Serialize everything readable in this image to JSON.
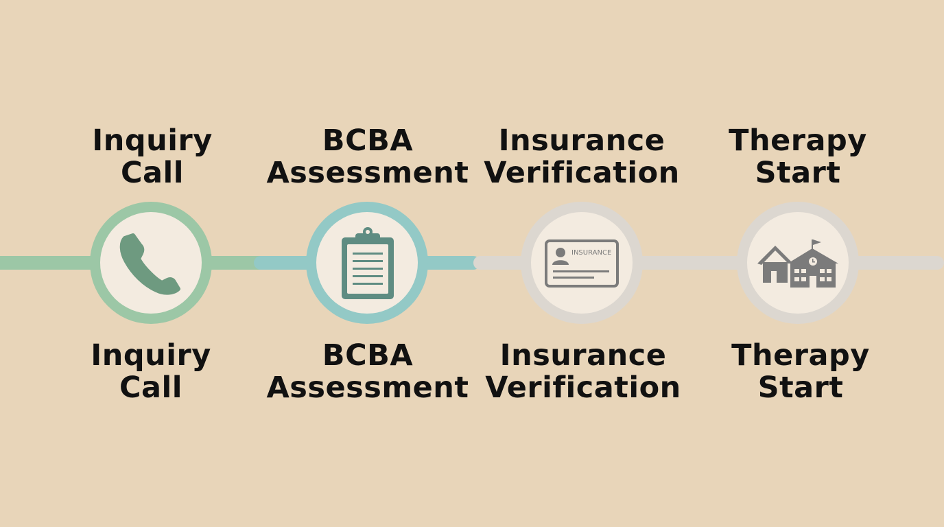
{
  "colors": {
    "background": "#e8d5b9",
    "green": "#9cc7a6",
    "teal": "#93c9c6",
    "gray": "#dcd7d0",
    "disc": "#f3ebe0",
    "icon_green": "#6e9a80",
    "icon_teal": "#5e8c82",
    "icon_gray": "#7b7b7b"
  },
  "steps": [
    {
      "title_line1": "Inquiry",
      "title_line2": "Call",
      "icon": "phone-icon",
      "state": "completed"
    },
    {
      "title_line1": "BCBA",
      "title_line2": "Assessment",
      "icon": "clipboard-icon",
      "state": "completed"
    },
    {
      "title_line1": "Insurance",
      "title_line2": "Verification",
      "icon": "insurance-card-icon",
      "state": "pending",
      "card_text": "INSURANCE"
    },
    {
      "title_line1": "Therapy",
      "title_line2": "Start",
      "icon": "house-school-icon",
      "state": "pending"
    }
  ]
}
